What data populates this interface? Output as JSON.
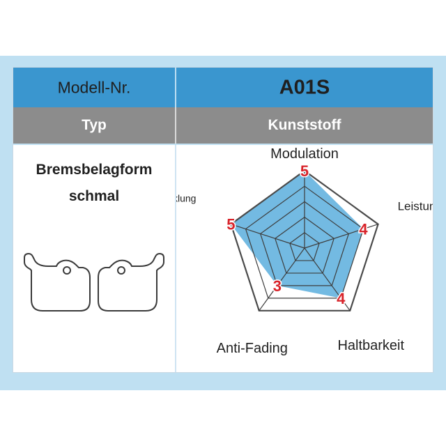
{
  "header": {
    "left_label": "Modell-Nr.",
    "right_label": "A01S"
  },
  "type_row": {
    "left_label": "Typ",
    "right_label": "Kunststoff"
  },
  "shape": {
    "title": "Bremsbelagform",
    "value": "schmal",
    "illustration": "brake-pad-pair-drawing"
  },
  "colors": {
    "header_blue": "#3a96cf",
    "type_gray": "#8c8c8c",
    "frame_light_blue": "#bfe0f2",
    "radar_fill": "#5aaedd",
    "score_red": "#d8232a"
  },
  "chart_data": {
    "type": "radar",
    "axes": [
      "Modulation",
      "Leistung",
      "Haltbarkeit",
      "Anti-Fading",
      "Geräuschentwicklung"
    ],
    "values": [
      5,
      4,
      4,
      3,
      5
    ],
    "max": 5,
    "levels": 5
  }
}
